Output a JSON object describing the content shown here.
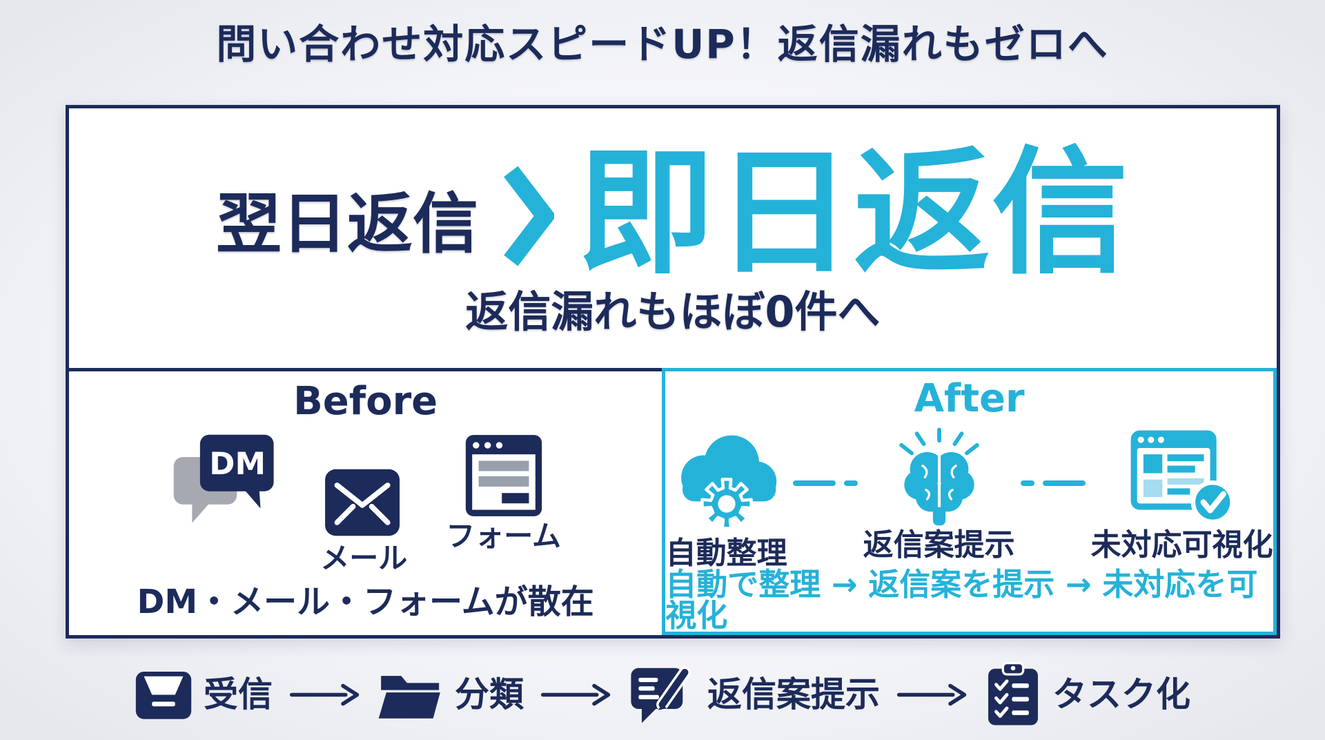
{
  "colors": {
    "navy": "#1d2b5a",
    "cyan": "#25b2d9",
    "cyan_light": "#a5dcee",
    "gray": "#a6a9b2",
    "formbar": "#9aa0ab",
    "background": "#edeff3",
    "panel_bg": "#ffffff"
  },
  "title": "問い合わせ対応スピードUP！返信漏れもゼロへ",
  "comparison": {
    "before_term": "翌日返信",
    "after_term": "即日返信",
    "subtitle": "返信漏れもほぼ0件へ"
  },
  "before": {
    "header": "Before",
    "channels": [
      {
        "icon": "dm-chat-icon",
        "badge": "DM",
        "label": ""
      },
      {
        "icon": "mail-envelope-icon",
        "label": "メール"
      },
      {
        "icon": "form-window-icon",
        "label": "フォーム"
      }
    ],
    "caption": "DM・メール・フォームが散在"
  },
  "after": {
    "header": "After",
    "features": [
      {
        "icon": "cloud-gear-icon",
        "label": "自動整理"
      },
      {
        "icon": "brain-idea-icon",
        "label": "返信案提示"
      },
      {
        "icon": "browser-check-icon",
        "label": "未対応可視化"
      }
    ],
    "caption": "自動で整理 → 返信案を提示 → 未対応を可視化"
  },
  "flow": {
    "steps": [
      {
        "icon": "inbox-icon",
        "label": "受信"
      },
      {
        "icon": "folder-icon",
        "label": "分類"
      },
      {
        "icon": "reply-draft-icon",
        "label": "返信案提示"
      },
      {
        "icon": "clipboard-check-icon",
        "label": "タスク化"
      }
    ]
  }
}
